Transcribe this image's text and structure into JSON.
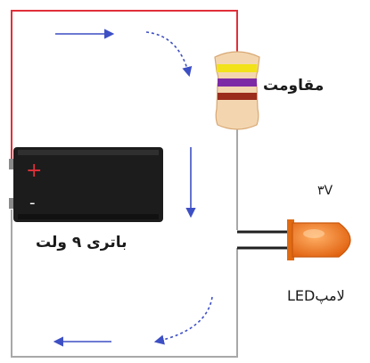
{
  "labels": {
    "resistor": "مقاومت",
    "battery": "باتری ۹ ولت",
    "led_voltage": "۳V",
    "led": "لامپLED"
  },
  "battery": {
    "plus_sign": "+",
    "minus_sign": "-"
  },
  "colors": {
    "positive_wire": "#e0303a",
    "negative_wire": "#a8a8a8",
    "current_arrow": "#3d4fc4",
    "led_body": "#f07a1a",
    "resistor_body": "#f3d6b0",
    "battery_body": "#1c1c1c"
  },
  "resistor_bands": [
    "#f1e21a",
    "#7d2aa6",
    "#9b2c1c"
  ]
}
